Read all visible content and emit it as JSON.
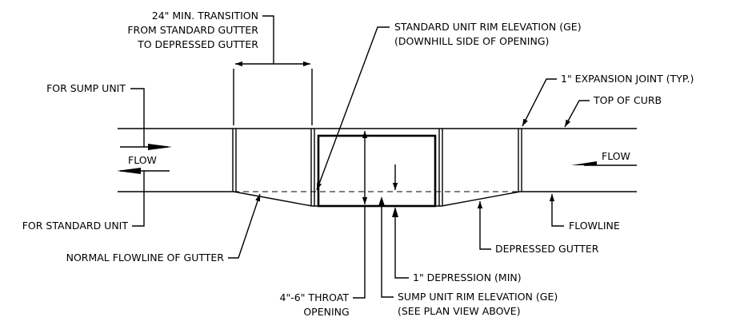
{
  "labels": {
    "transition_line1": "24\" MIN. TRANSITION",
    "transition_line2": "FROM STANDARD GUTTER",
    "transition_line3": "TO DEPRESSED GUTTER",
    "rim_line1": "STANDARD UNIT RIM ELEVATION (GE)",
    "rim_line2": "(DOWNHILL SIDE OF OPENING)",
    "sump_unit": "FOR SUMP UNIT",
    "expansion_joint": "1\" EXPANSION JOINT (TYP.)",
    "top_of_curb": "TOP OF CURB",
    "flow_left": "FLOW",
    "flow_right": "FLOW",
    "standard_unit": "FOR STANDARD UNIT",
    "flowline": "FLOWLINE",
    "normal_flowline": "NORMAL FLOWLINE OF GUTTER",
    "depressed_gutter": "DEPRESSED GUTTER",
    "depression": "1\" DEPRESSION (MIN)",
    "throat_line1": "4\"-6\" THROAT",
    "throat_line2": "OPENING",
    "sump_rim_line1": "SUMP UNIT RIM ELEVATION (GE)",
    "sump_rim_line2": "(SEE PLAN VIEW ABOVE)"
  }
}
